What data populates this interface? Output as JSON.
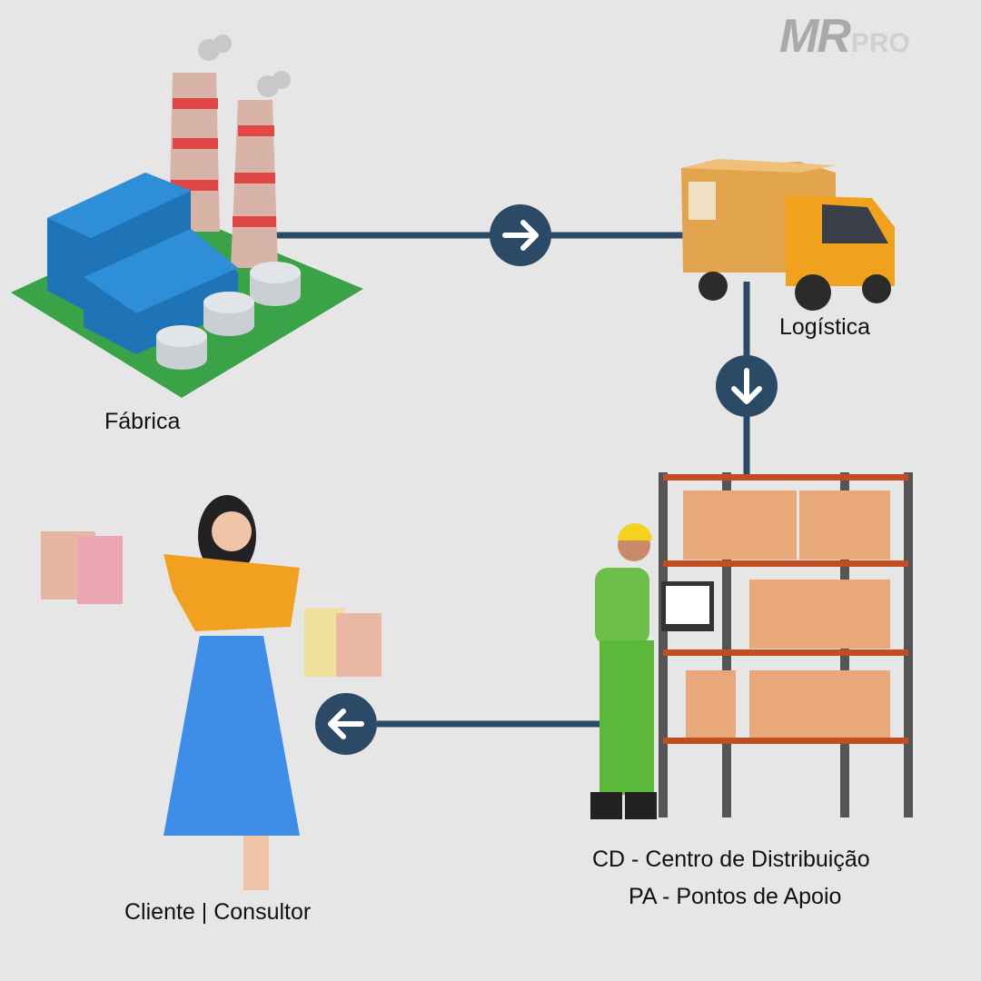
{
  "logo": {
    "main": "MR",
    "sub": "PRO"
  },
  "nodes": {
    "factory": "Fábrica",
    "logistics": "Logística",
    "distribution_line1": "CD - Centro de Distribuição",
    "distribution_line2": "PA - Pontos de Apoio",
    "customer": "Cliente | Consultor"
  },
  "arrows": [
    "arrow-right-icon",
    "arrow-down-icon",
    "arrow-left-icon"
  ],
  "colors": {
    "background": "#e6e6e6",
    "connector": "#2b4a66"
  }
}
